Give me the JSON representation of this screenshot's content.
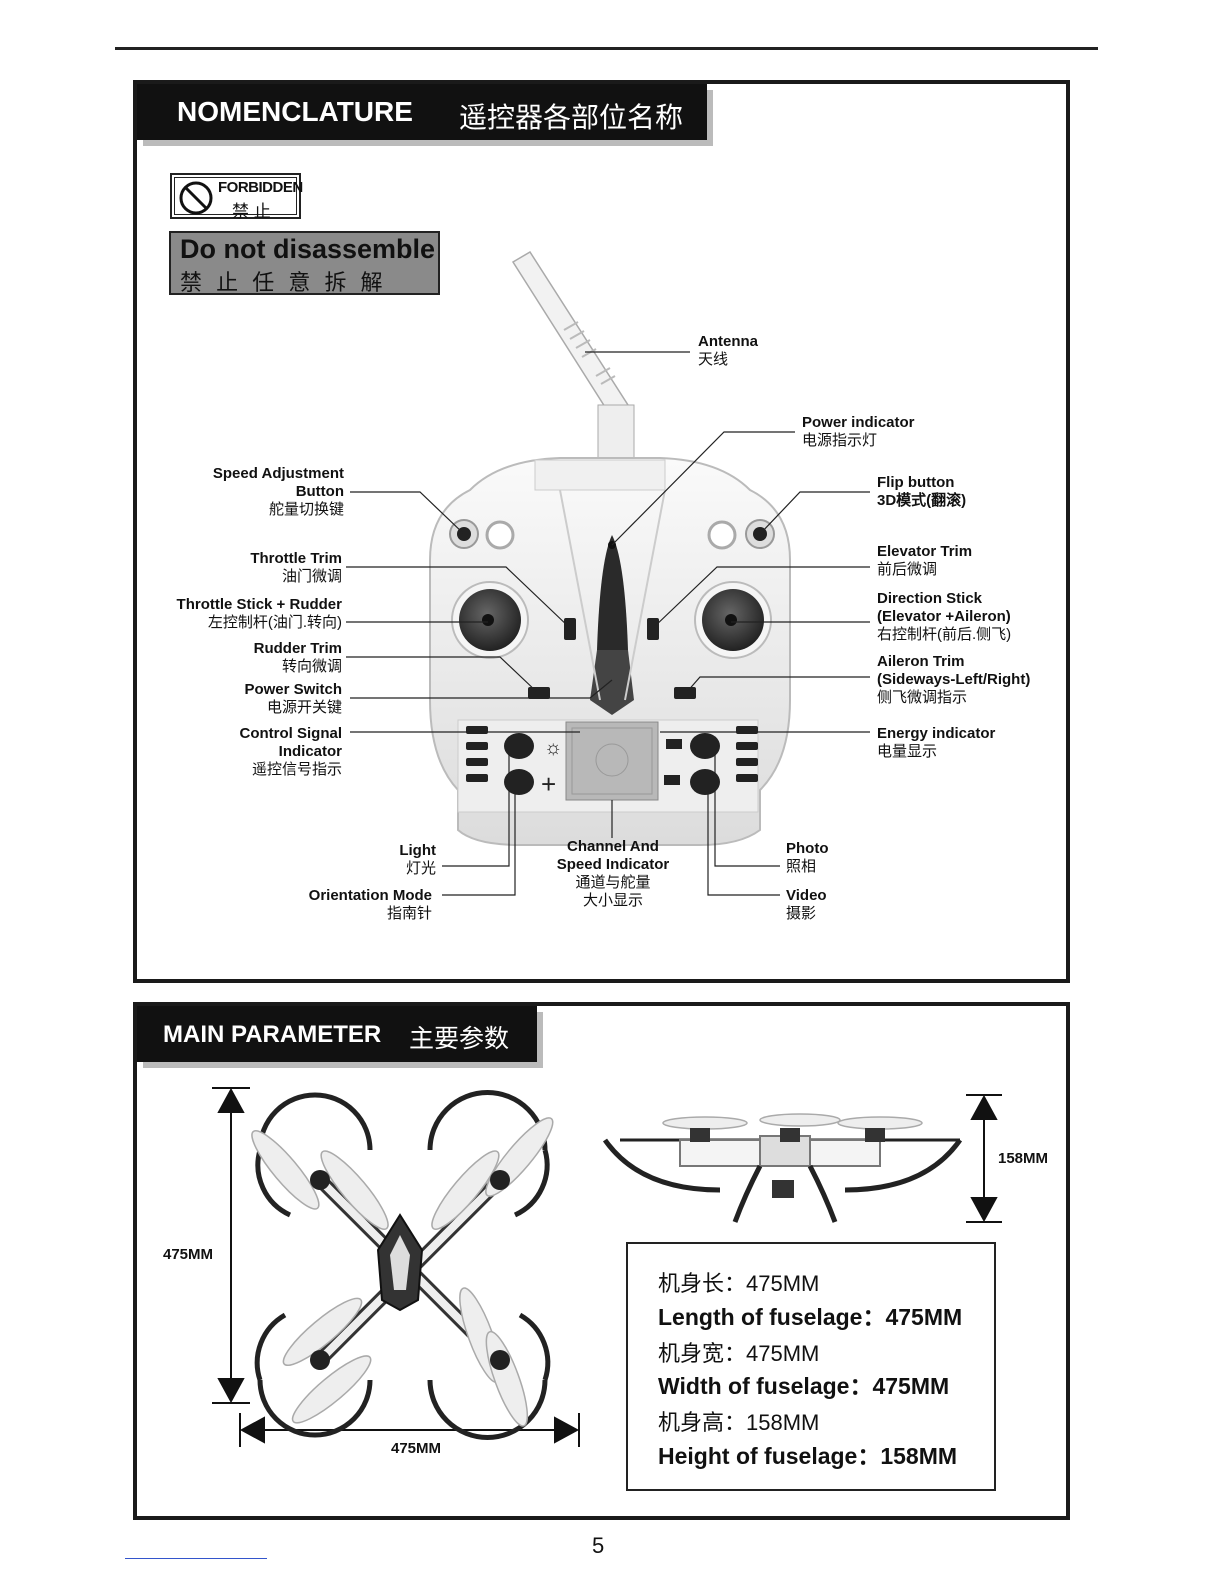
{
  "nomenclature": {
    "title_en": "NOMENCLATURE",
    "title_cn": "遥控器各部位名称",
    "forbidden_en": "FORBIDDEN",
    "forbidden_cn": "禁 止",
    "warning_en": "Do not disassemble",
    "warning_cn": "禁 止 任 意 拆 解",
    "labels": {
      "antenna_en": "Antenna",
      "antenna_cn": "天线",
      "power_indicator_en": "Power indicator",
      "power_indicator_cn": "电源指示灯",
      "speed_adj_en1": "Speed Adjustment",
      "speed_adj_en2": "Button",
      "speed_adj_cn": "舵量切换键",
      "flip_en": "Flip button",
      "flip_cn": "3D模式(翻滚)",
      "throttle_trim_en": "Throttle Trim",
      "throttle_trim_cn": "油门微调",
      "elevator_trim_en": "Elevator Trim",
      "elevator_trim_cn": "前后微调",
      "throttle_stick_en": "Throttle Stick + Rudder",
      "throttle_stick_cn": "左控制杆(油门.转向)",
      "direction_stick_en1": "Direction Stick",
      "direction_stick_en2": "(Elevator +Aileron)",
      "direction_stick_cn": "右控制杆(前后.侧飞)",
      "rudder_trim_en": "Rudder Trim",
      "rudder_trim_cn": "转向微调",
      "aileron_trim_en1": "Aileron Trim",
      "aileron_trim_en2": "(Sideways-Left/Right)",
      "aileron_trim_cn": "侧飞微调指示",
      "power_switch_en": "Power Switch",
      "power_switch_cn": "电源开关键",
      "control_signal_en1": "Control Signal",
      "control_signal_en2": "Indicator",
      "control_signal_cn": "遥控信号指示",
      "energy_en": "Energy indicator",
      "energy_cn": "电量显示",
      "light_en": "Light",
      "light_cn": "灯光",
      "channel_en1": "Channel And",
      "channel_en2": "Speed Indicator",
      "channel_cn1": "通道与舵量",
      "channel_cn2": "大小显示",
      "photo_en": "Photo",
      "photo_cn": "照相",
      "orientation_en": "Orientation Mode",
      "orientation_cn": "指南针",
      "video_en": "Video",
      "video_cn": "摄影"
    }
  },
  "parameters": {
    "title_en": "MAIN PARAMETER",
    "title_cn": "主要参数",
    "dim_height_left": "475MM",
    "dim_width_bottom": "475MM",
    "dim_side_height": "158MM",
    "specs": [
      {
        "cn": "机身长：475MM",
        "en": "Length of fuselage：475MM"
      },
      {
        "cn": "机身宽：475MM",
        "en": "Width of fuselage：475MM"
      },
      {
        "cn": "机身高：158MM",
        "en": "Height of fuselage：158MM"
      }
    ]
  },
  "page_number": "5",
  "colors": {
    "ink": "#111111",
    "warning_bg": "#8a8a8a",
    "header_shadow": "#bbbbbb"
  }
}
